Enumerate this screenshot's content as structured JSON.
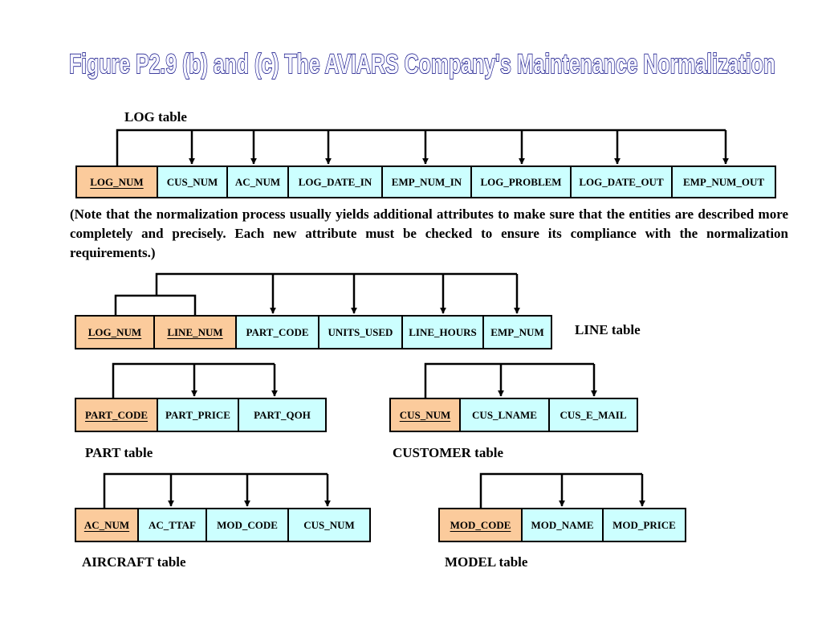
{
  "figure_title": "Figure P2.9 (b) and (c) The AVIARS Company's Maintenance Normalization",
  "colors": {
    "key_fill": "#FBCB9C",
    "attribute_fill": "#CCFFFF",
    "title_fill": "#F5F5FF",
    "title_stroke": "#00007E"
  },
  "note": "(Note that the normalization process usually yields additional attributes to make sure that the entities are described more completely and precisely.  Each new  attribute  must be checked to  ensure its compliance with the normalization requirements.)",
  "tables": {
    "log": {
      "label": "LOG table",
      "cols": [
        "LOG_NUM",
        "CUS_NUM",
        "AC_NUM",
        "LOG_DATE_IN",
        "EMP_NUM_IN",
        "LOG_PROBLEM",
        "LOG_DATE_OUT",
        "EMP_NUM_OUT"
      ]
    },
    "line": {
      "label": "LINE table",
      "cols": [
        "LOG_NUM",
        "LINE_NUM",
        "PART_CODE",
        "UNITS_USED",
        "LINE_HOURS",
        "EMP_NUM"
      ]
    },
    "part": {
      "label": "PART table",
      "cols": [
        "PART_CODE",
        "PART_PRICE",
        "PART_QOH"
      ]
    },
    "customer": {
      "label": "CUSTOMER table",
      "cols": [
        "CUS_NUM",
        "CUS_LNAME",
        "CUS_E_MAIL"
      ]
    },
    "aircraft": {
      "label": "AIRCRAFT table",
      "cols": [
        "AC_NUM",
        "AC_TTAF",
        "MOD_CODE",
        "CUS_NUM"
      ]
    },
    "model": {
      "label": "MODEL table",
      "cols": [
        "MOD_CODE",
        "MOD_NAME",
        "MOD_PRICE"
      ]
    }
  }
}
